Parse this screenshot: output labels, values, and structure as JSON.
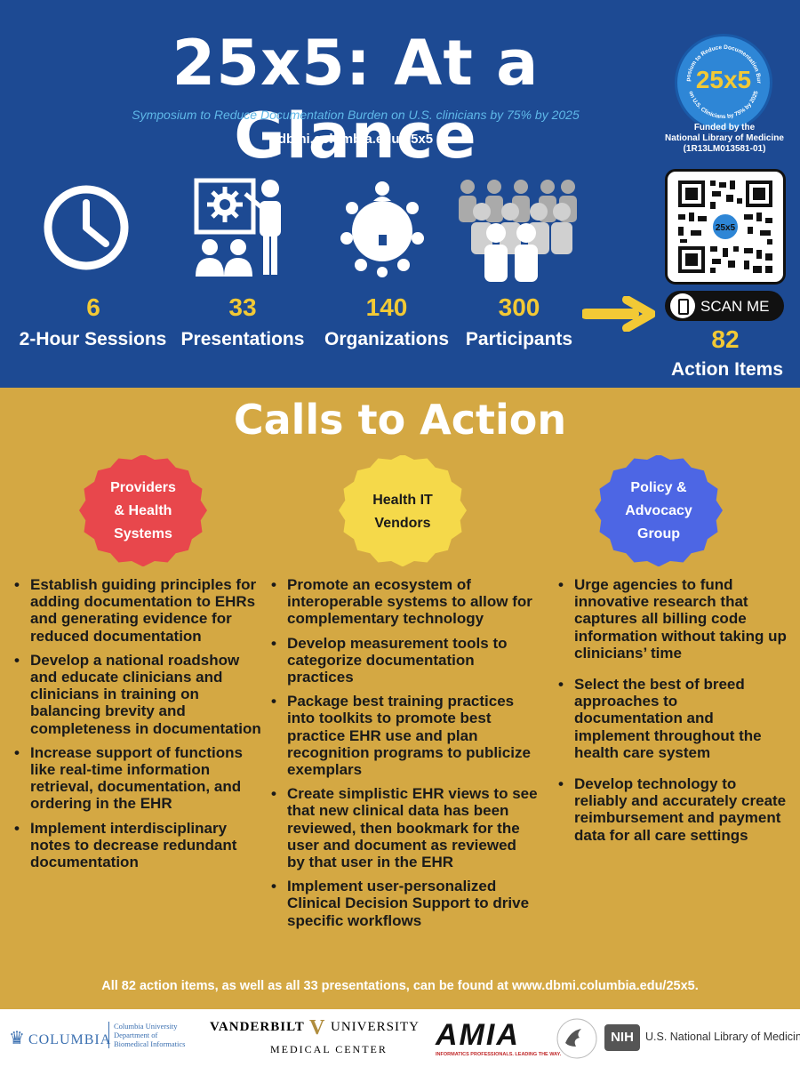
{
  "header": {
    "title": "25x5: At a Glance",
    "subtitle": "Symposium to Reduce Documentation Burden on U.S. clinicians by 75% by 2025",
    "url": "dbmi.columbia.edu/25x5"
  },
  "badge": {
    "logo_text": "25x5",
    "ring_top": "Symposium to Reduce Documentation Burden",
    "ring_bottom": "on U.S. Clinicians by 75% by 2025",
    "funded_line1": "Funded by the",
    "funded_line2": "National Library of Medicine",
    "funded_line3": "(1R13LM013581-01)"
  },
  "stats": [
    {
      "number": "6",
      "label": "2-Hour Sessions",
      "icon": "clock-icon"
    },
    {
      "number": "33",
      "label": "Presentations",
      "icon": "presenter-icon"
    },
    {
      "number": "140",
      "label": "Organizations",
      "icon": "network-icon"
    },
    {
      "number": "300",
      "label": "Participants",
      "icon": "crowd-icon"
    }
  ],
  "qr": {
    "center_text": "25x5",
    "scan_label": "SCAN ME",
    "number": "82",
    "label": "Action Items"
  },
  "calls": {
    "title": "Calls to Action",
    "groups": [
      {
        "name_lines": [
          "Providers",
          "& Health",
          "Systems"
        ],
        "color": "#e8474c",
        "items": [
          "Establish guiding principles for adding documentation to EHRs and generating evidence for reduced documentation",
          "Develop a national roadshow and educate clinicians and clinicians in training on balancing brevity and completeness in documentation",
          "Increase support of functions like real-time information retrieval, documentation, and ordering in the EHR",
          "Implement interdisciplinary notes to decrease redundant documentation"
        ]
      },
      {
        "name_lines": [
          "Health IT",
          "Vendors"
        ],
        "color": "#f5d94a",
        "items": [
          "Promote an ecosystem of interoperable systems to allow for complementary technology",
          "Develop measurement tools to categorize documentation practices",
          "Package best training practices into toolkits to promote best practice EHR use and plan recognition programs to publicize exemplars",
          "Create simplistic EHR views to see that new clinical data has been reviewed, then bookmark for the user and document as reviewed by that user in the EHR",
          "Implement user-personalized Clinical Decision Support to drive specific workflows"
        ]
      },
      {
        "name_lines": [
          "Policy &",
          "Advocacy",
          "Group"
        ],
        "color": "#4d66e4",
        "items": [
          "Urge agencies to fund innovative research that captures all billing code information without taking up clinicians’ time",
          "Select the best of breed approaches to documentation and implement throughout the health care system",
          "Develop technology to reliably and accurately create reimbursement and payment data for all care settings"
        ]
      }
    ]
  },
  "footer": {
    "note": "All 82 action items, as well as all 33 presentations, can be found at www.dbmi.columbia.edu/25x5.",
    "logos": {
      "columbia": "COLUMBIA",
      "columbia_dept_1": "Columbia University",
      "columbia_dept_2": "Department of",
      "columbia_dept_3": "Biomedical Informatics",
      "vanderbilt_1": "VANDERBILT",
      "vanderbilt_2": "UNIVERSITY",
      "vanderbilt_3": "MEDICAL CENTER",
      "amia": "AMIA",
      "amia_tagline": "INFORMATICS PROFESSIONALS. LEADING THE WAY.",
      "nih": "NIH",
      "nlm": "U.S. National Library of Medicine"
    }
  }
}
